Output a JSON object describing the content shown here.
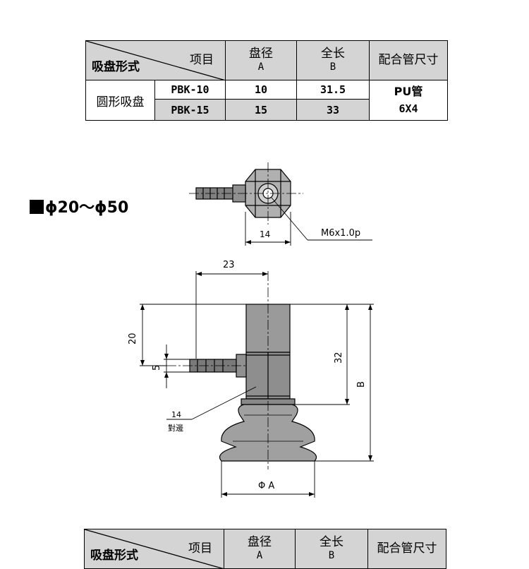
{
  "table": {
    "corner_left": "吸盘形式",
    "corner_right": "项目",
    "col_diameter": "盘径",
    "col_diameter_sub": "A",
    "col_length": "全长",
    "col_length_sub": "B",
    "col_pipe": "配合管尺寸",
    "row_group": "圆形吸盘",
    "rows": [
      {
        "model": "PBK-10",
        "a": "10",
        "b": "31.5"
      },
      {
        "model": "PBK-15",
        "a": "15",
        "b": "33"
      }
    ],
    "pipe_line1": "PU管",
    "pipe_line2": "6X4"
  },
  "section_title": "ϕ20～ϕ50",
  "drawing": {
    "dim_top_width": "14",
    "thread": "M6x1.0p",
    "dim_23": "23",
    "dim_20": "20",
    "dim_5": "5",
    "dim_32": "32",
    "dim_b": "B",
    "hex_size": "14",
    "hex_label": "對邊",
    "dim_phi_a": "Φ A"
  },
  "table2": {
    "corner_left": "吸盘形式",
    "corner_right": "项目",
    "col_diameter": "盘径",
    "col_diameter_sub": "A",
    "col_length": "全长",
    "col_length_sub": "B",
    "col_pipe": "配合管尺寸"
  }
}
